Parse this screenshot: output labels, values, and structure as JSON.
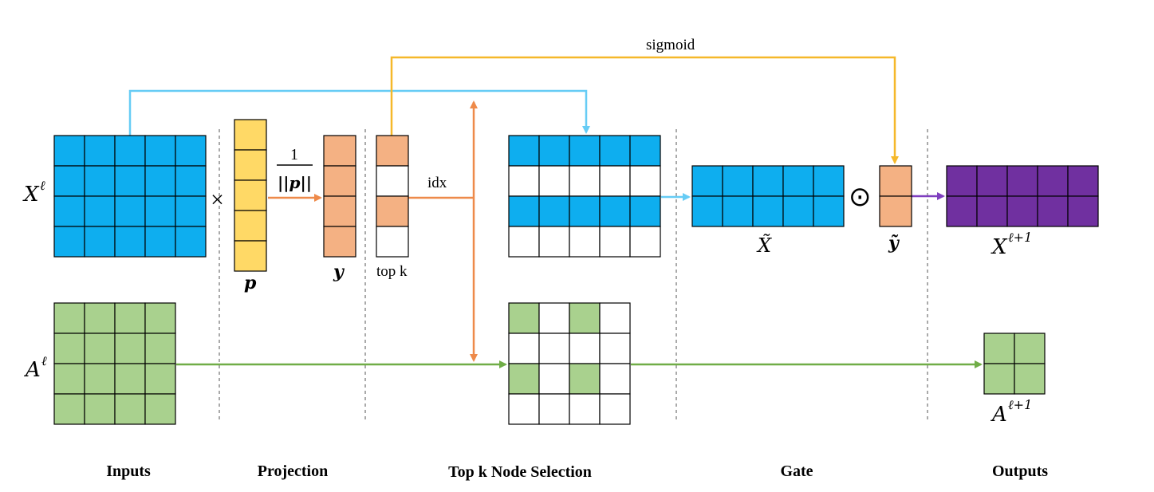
{
  "labels": {
    "x_in": "X",
    "x_in_sup": "ℓ",
    "a_in": "A",
    "a_in_sup": "ℓ",
    "times": "×",
    "norm_num": "1",
    "norm_den": "||p||",
    "p_vec": "p",
    "y_vec": "y",
    "idx": "idx",
    "topk": "top k",
    "sigmoid": "sigmoid",
    "x_tilde": "X̃",
    "odot": "⊙",
    "y_tilde": "ỹ",
    "x_out": "X",
    "x_out_sup": "ℓ+1",
    "a_out": "A",
    "a_out_sup": "ℓ+1"
  },
  "sections": [
    "Inputs",
    "Projection",
    "Top k Node Selection",
    "Gate",
    "Outputs"
  ],
  "colors": {
    "features_blue": "#0EAEEF",
    "projection_yellow": "#FFD966",
    "score_orange": "#F4B183",
    "adjacency_green": "#A9D18E",
    "output_purple": "#7030A0",
    "arrow_blue": "#66CCF5",
    "arrow_orange": "#EE8A4A",
    "arrow_yellow": "#F5B82A",
    "arrow_green": "#70AD47",
    "arrow_purple": "#7F3FBF",
    "grid_line": "#000000"
  },
  "topk_selected_rows": [
    0,
    2
  ],
  "adjacency_selected_cells": [
    [
      0,
      0
    ],
    [
      0,
      2
    ],
    [
      2,
      0
    ],
    [
      2,
      2
    ]
  ]
}
